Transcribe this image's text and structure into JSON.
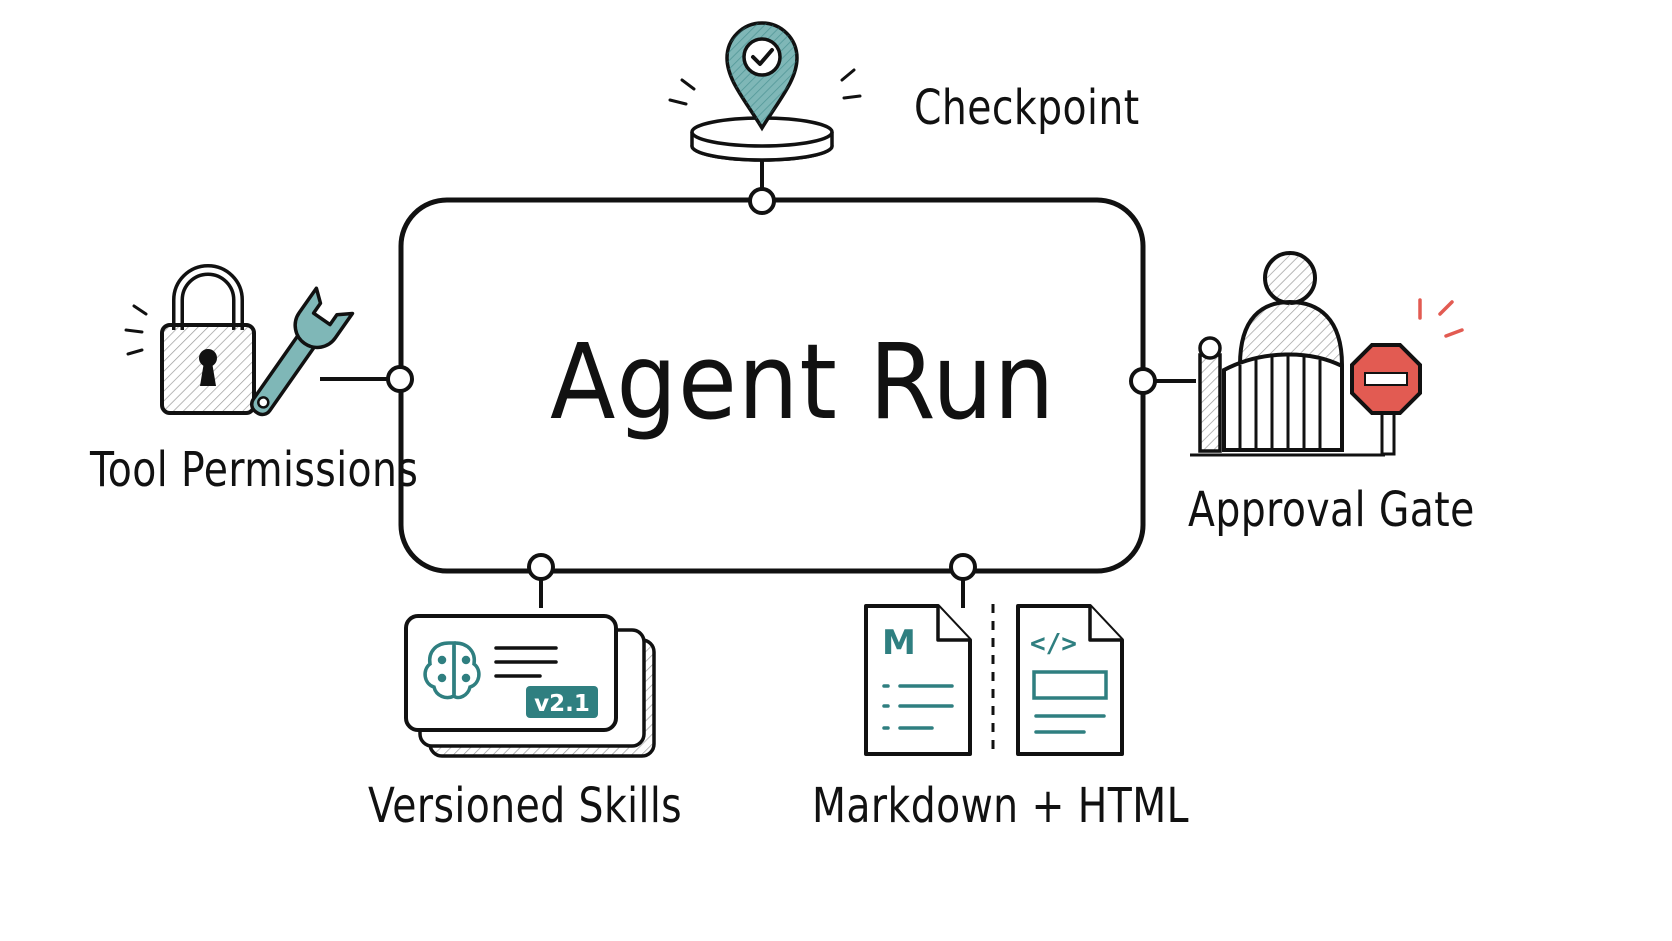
{
  "diagram": {
    "center": {
      "label": "Agent Run"
    },
    "nodes": {
      "checkpoint": {
        "label": "Checkpoint",
        "icon": "map-pin-check-icon"
      },
      "tool_permissions": {
        "label": "Tool Permissions",
        "icon": "lock-and-wrench-icon"
      },
      "approval_gate": {
        "label": "Approval Gate",
        "icon": "person-gate-stop-sign-icon"
      },
      "versioned_skills": {
        "label": "Versioned Skills",
        "icon": "skill-cards-brain-icon",
        "badge": "v2.1"
      },
      "markdown_html": {
        "label": "Markdown + HTML",
        "icon": "documents-icon",
        "markdown_glyph": "M",
        "html_glyph": "</>"
      }
    }
  },
  "colors": {
    "ink": "#111111",
    "teal": "#2f7f80",
    "teal_light": "#7fb7b7",
    "red": "#e25b52",
    "hatch": "#9a9a9a"
  }
}
